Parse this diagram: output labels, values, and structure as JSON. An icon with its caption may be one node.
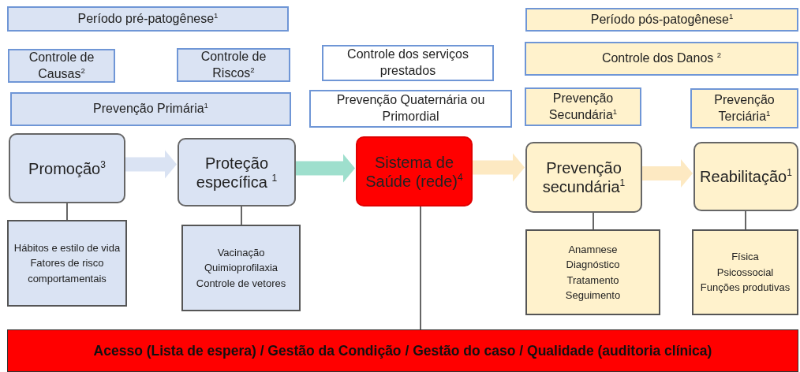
{
  "diagram": {
    "nodes": [
      {
        "text": [
          "Período pré-patogênese$^{1}$"
        ]
      },
      {
        "text": [
          "Período pós-patogênese$^{1}$"
        ]
      },
      {
        "text": [
          "Controle de Causas$^{2}$"
        ]
      },
      {
        "text": [
          "Controle de Riscos$^{2}$"
        ]
      },
      {
        "text": [
          "Controle dos serviços prestados"
        ]
      },
      {
        "text": [
          "Controle dos Danos $^{2}$"
        ]
      },
      {
        "text": [
          "Prevenção Primária$^{1}$"
        ]
      },
      {
        "text": [
          "Prevenção Quaternária ou Primordial"
        ]
      },
      {
        "text": [
          "Prevenção Secundária$^{1}$"
        ]
      },
      {
        "text": [
          "Prevenção Terciária$^{1}$"
        ]
      },
      {
        "text": [
          "Promoção$^{3}$"
        ]
      },
      {
        "text": [
          "Proteção específica $^{1}$"
        ]
      },
      {
        "text": [
          "Sistema de Saúde (rede)$^{4}$"
        ]
      },
      {
        "text": [
          "Prevenção secundária$^{1}$"
        ]
      },
      {
        "text": [
          "Reabilitação$^{1}$"
        ]
      },
      {
        "text": [
          "Hábitos e estilo de vida",
          "Fatores de risco comportamentais"
        ]
      },
      {
        "text": [
          "Vacinação",
          "Quimioprofilaxia",
          "Controle de vetores"
        ]
      },
      {
        "text": [
          "Anamnese",
          "Diagnóstico",
          "Tratamento",
          "Seguimento"
        ]
      },
      {
        "text": [
          "Física",
          "Psicossocial",
          "Funções produtivas"
        ]
      },
      {
        "text": [
          "Acesso (Lista de espera) / Gestão da Condição / Gestão do caso / Qualidade (auditoria clínica)"
        ]
      }
    ],
    "edges": [
      {
        "from": 10,
        "to": 11,
        "arrow": "to",
        "style": "thick",
        "color": "#dae3f3"
      },
      {
        "from": 11,
        "to": 12,
        "arrow": "to",
        "style": "thick",
        "color": "#9edfcd"
      },
      {
        "from": 12,
        "to": 13,
        "arrow": "to",
        "style": "thick",
        "color": "#fde9c2"
      },
      {
        "from": 13,
        "to": 14,
        "arrow": "to",
        "style": "thick",
        "color": "#fde9c2"
      },
      {
        "from": 10,
        "to": 15,
        "arrow": "none"
      },
      {
        "from": 11,
        "to": 16,
        "arrow": "none"
      },
      {
        "from": 12,
        "to": 19,
        "arrow": "none"
      },
      {
        "from": 13,
        "to": 17,
        "arrow": "none"
      },
      {
        "from": 14,
        "to": 18,
        "arrow": "none"
      }
    ]
  }
}
